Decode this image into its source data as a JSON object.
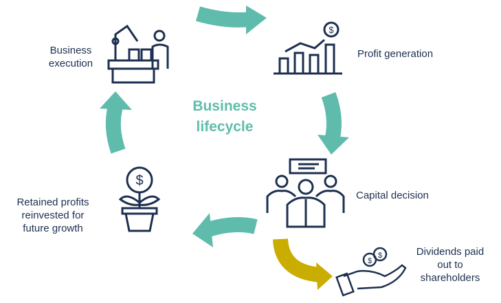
{
  "title": {
    "line1": "Business",
    "line2": "lifecycle"
  },
  "stages": {
    "execution": {
      "line1": "Business",
      "line2": "execution"
    },
    "profit": {
      "line1": "Profit generation"
    },
    "capital": {
      "line1": "Capital decision"
    },
    "dividends": {
      "line1": "Dividends paid",
      "line2": "out to",
      "line3": "shareholders"
    },
    "retained": {
      "line1": "Retained profits",
      "line2": "reinvested for",
      "line3": "future growth"
    }
  },
  "colors": {
    "teal": "#5fbcac",
    "navy": "#1c2f4f",
    "gold": "#c9ad00"
  }
}
